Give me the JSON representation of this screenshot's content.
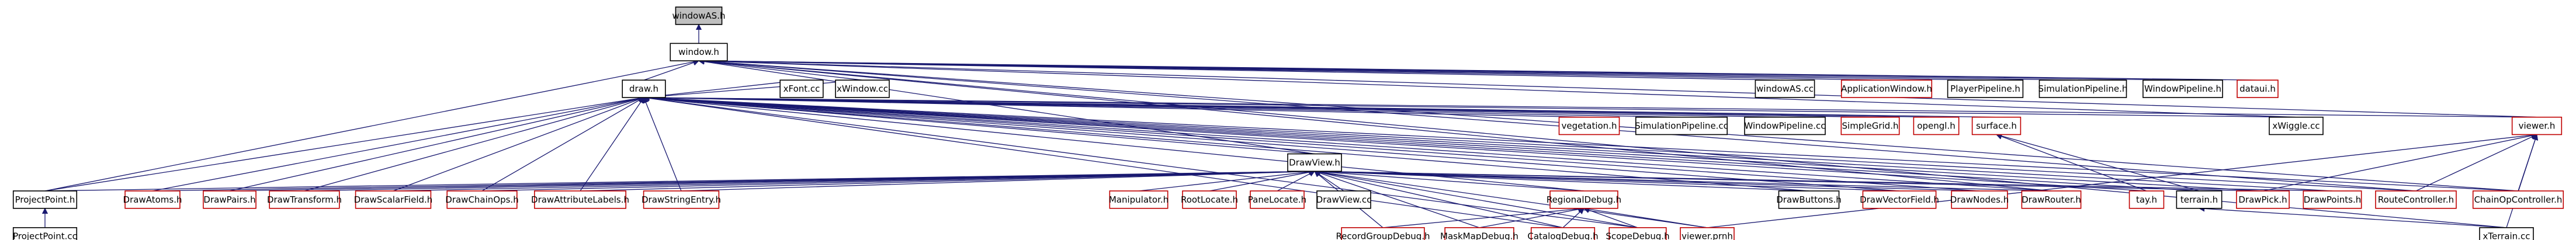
{
  "graph": {
    "type": "include-dependency-graph",
    "edge_color": "#191970",
    "missing_file_border_color": "#c00000",
    "root_fill_color": "#bfbfbf",
    "nodes": [
      {
        "id": "windowAS_h",
        "label": "windowAS.h",
        "root": true
      },
      {
        "id": "window_h",
        "label": "window.h"
      },
      {
        "id": "draw_h",
        "label": "draw.h"
      },
      {
        "id": "windowAS_cc",
        "label": "windowAS.cc"
      },
      {
        "id": "ApplicationWindow_h",
        "label": "ApplicationWindow.h",
        "missing": true
      },
      {
        "id": "PlayerPipeline_h",
        "label": "PlayerPipeline.h"
      },
      {
        "id": "SimulationPipeline_h",
        "label": "SimulationPipeline.h"
      },
      {
        "id": "WindowPipeline_h",
        "label": "WindowPipeline.h"
      },
      {
        "id": "dataui_h",
        "label": "dataui.h",
        "missing": true
      },
      {
        "id": "xFont_cc",
        "label": "xFont.cc"
      },
      {
        "id": "xWindow_cc",
        "label": "xWindow.cc"
      },
      {
        "id": "vegetation_h",
        "label": "vegetation.h",
        "missing": true
      },
      {
        "id": "SimulationPipeline_cc",
        "label": "SimulationPipeline.cc"
      },
      {
        "id": "WindowPipeline_cc",
        "label": "WindowPipeline.cc"
      },
      {
        "id": "SimpleGrid_h",
        "label": "SimpleGrid.h",
        "missing": true
      },
      {
        "id": "opengl_h",
        "label": "opengl.h",
        "missing": true
      },
      {
        "id": "surface_h",
        "label": "surface.h",
        "missing": true
      },
      {
        "id": "xWiggle_cc",
        "label": "xWiggle.cc"
      },
      {
        "id": "viewer_h",
        "label": "viewer.h",
        "missing": true
      },
      {
        "id": "DrawView_h",
        "label": "DrawView.h"
      },
      {
        "id": "ProjectPoint_h",
        "label": "ProjectPoint.h"
      },
      {
        "id": "DrawAtoms_h",
        "label": "DrawAtoms.h",
        "missing": true
      },
      {
        "id": "DrawPairs_h",
        "label": "DrawPairs.h",
        "missing": true
      },
      {
        "id": "DrawTransform_h",
        "label": "DrawTransform.h",
        "missing": true
      },
      {
        "id": "DrawScalarField_h",
        "label": "DrawScalarField.h",
        "missing": true
      },
      {
        "id": "DrawChainOps_h",
        "label": "DrawChainOps.h",
        "missing": true
      },
      {
        "id": "DrawAttributeLabels_h",
        "label": "DrawAttributeLabels.h",
        "missing": true
      },
      {
        "id": "DrawStringEntry_h",
        "label": "DrawStringEntry.h",
        "missing": true
      },
      {
        "id": "Manipulator_h",
        "label": "Manipulator.h",
        "missing": true
      },
      {
        "id": "RootLocate_h",
        "label": "RootLocate.h",
        "missing": true
      },
      {
        "id": "PaneLocate_h",
        "label": "PaneLocate.h",
        "missing": true
      },
      {
        "id": "DrawView_cc",
        "label": "DrawView.cc"
      },
      {
        "id": "RegionalDebug_h",
        "label": "RegionalDebug.h",
        "missing": true
      },
      {
        "id": "DrawButtons_h",
        "label": "DrawButtons.h"
      },
      {
        "id": "DrawVectorField_h",
        "label": "DrawVectorField.h",
        "missing": true
      },
      {
        "id": "DrawNodes_h",
        "label": "DrawNodes.h",
        "missing": true
      },
      {
        "id": "DrawRouter_h",
        "label": "DrawRouter.h",
        "missing": true
      },
      {
        "id": "tay_h",
        "label": "tay.h",
        "missing": true
      },
      {
        "id": "terrain_h",
        "label": "terrain.h"
      },
      {
        "id": "DrawPick_h",
        "label": "DrawPick.h",
        "missing": true
      },
      {
        "id": "DrawPoints_h",
        "label": "DrawPoints.h",
        "missing": true
      },
      {
        "id": "RouteController_h",
        "label": "RouteController.h",
        "missing": true
      },
      {
        "id": "ChainOpController_h",
        "label": "ChainOpController.h",
        "missing": true
      },
      {
        "id": "ProjectPoint_cc",
        "label": "ProjectPoint.cc"
      },
      {
        "id": "RecordGroupDebug_h",
        "label": "RecordGroupDebug.h",
        "missing": true
      },
      {
        "id": "MaskMapDebug_h",
        "label": "MaskMapDebug.h",
        "missing": true
      },
      {
        "id": "CatalogDebug_h",
        "label": "CatalogDebug.h",
        "missing": true
      },
      {
        "id": "ScopeDebug_h",
        "label": "ScopeDebug.h",
        "missing": true
      },
      {
        "id": "viewer_prnh",
        "label": "viewer.prnh",
        "missing": true
      },
      {
        "id": "xTerrain_cc",
        "label": "xTerrain.cc"
      }
    ],
    "edges": [
      [
        "window_h",
        "windowAS_h"
      ],
      [
        "draw_h",
        "window_h"
      ],
      [
        "windowAS_cc",
        "window_h"
      ],
      [
        "ApplicationWindow_h",
        "window_h"
      ],
      [
        "PlayerPipeline_h",
        "window_h"
      ],
      [
        "SimulationPipeline_h",
        "window_h"
      ],
      [
        "WindowPipeline_h",
        "window_h"
      ],
      [
        "dataui_h",
        "window_h"
      ],
      [
        "viewer_h",
        "window_h"
      ],
      [
        "ProjectPoint_h",
        "window_h"
      ],
      [
        "DrawView_h",
        "window_h"
      ],
      [
        "DrawRouter_h",
        "window_h"
      ],
      [
        "xWindow_cc",
        "window_h"
      ],
      [
        "xWiggle_cc",
        "window_h"
      ],
      [
        "xTerrain_cc",
        "window_h"
      ],
      [
        "RouteController_h",
        "window_h"
      ],
      [
        "ChainOpController_h",
        "window_h"
      ],
      [
        "xFont_cc",
        "draw_h"
      ],
      [
        "xWindow_cc",
        "draw_h"
      ],
      [
        "vegetation_h",
        "draw_h"
      ],
      [
        "SimulationPipeline_cc",
        "draw_h"
      ],
      [
        "WindowPipeline_cc",
        "draw_h"
      ],
      [
        "SimpleGrid_h",
        "draw_h"
      ],
      [
        "opengl_h",
        "draw_h"
      ],
      [
        "surface_h",
        "draw_h"
      ],
      [
        "xWiggle_cc",
        "draw_h"
      ],
      [
        "viewer_h",
        "draw_h"
      ],
      [
        "DrawView_h",
        "draw_h"
      ],
      [
        "ProjectPoint_h",
        "draw_h"
      ],
      [
        "DrawAtoms_h",
        "draw_h"
      ],
      [
        "DrawPairs_h",
        "draw_h"
      ],
      [
        "DrawTransform_h",
        "draw_h"
      ],
      [
        "DrawScalarField_h",
        "draw_h"
      ],
      [
        "DrawChainOps_h",
        "draw_h"
      ],
      [
        "DrawAttributeLabels_h",
        "draw_h"
      ],
      [
        "DrawStringEntry_h",
        "draw_h"
      ],
      [
        "RegionalDebug_h",
        "draw_h"
      ],
      [
        "DrawButtons_h",
        "draw_h"
      ],
      [
        "DrawVectorField_h",
        "draw_h"
      ],
      [
        "DrawNodes_h",
        "draw_h"
      ],
      [
        "DrawRouter_h",
        "draw_h"
      ],
      [
        "tay_h",
        "draw_h"
      ],
      [
        "terrain_h",
        "draw_h"
      ],
      [
        "DrawPick_h",
        "draw_h"
      ],
      [
        "DrawPoints_h",
        "draw_h"
      ],
      [
        "RouteController_h",
        "draw_h"
      ],
      [
        "ChainOpController_h",
        "draw_h"
      ],
      [
        "ScopeDebug_h",
        "draw_h"
      ],
      [
        "CatalogDebug_h",
        "draw_h"
      ],
      [
        "ProjectPoint_h",
        "DrawView_h"
      ],
      [
        "DrawAtoms_h",
        "DrawView_h"
      ],
      [
        "DrawPairs_h",
        "DrawView_h"
      ],
      [
        "DrawTransform_h",
        "DrawView_h"
      ],
      [
        "DrawScalarField_h",
        "DrawView_h"
      ],
      [
        "DrawChainOps_h",
        "DrawView_h"
      ],
      [
        "DrawAttributeLabels_h",
        "DrawView_h"
      ],
      [
        "DrawStringEntry_h",
        "DrawView_h"
      ],
      [
        "Manipulator_h",
        "DrawView_h"
      ],
      [
        "RootLocate_h",
        "DrawView_h"
      ],
      [
        "PaneLocate_h",
        "DrawView_h"
      ],
      [
        "DrawView_cc",
        "DrawView_h"
      ],
      [
        "RegionalDebug_h",
        "DrawView_h"
      ],
      [
        "DrawButtons_h",
        "DrawView_h"
      ],
      [
        "DrawVectorField_h",
        "DrawView_h"
      ],
      [
        "DrawNodes_h",
        "DrawView_h"
      ],
      [
        "DrawRouter_h",
        "DrawView_h"
      ],
      [
        "DrawPick_h",
        "DrawView_h"
      ],
      [
        "DrawPoints_h",
        "DrawView_h"
      ],
      [
        "RecordGroupDebug_h",
        "DrawView_h"
      ],
      [
        "MaskMapDebug_h",
        "DrawView_h"
      ],
      [
        "CatalogDebug_h",
        "DrawView_h"
      ],
      [
        "ScopeDebug_h",
        "DrawView_h"
      ],
      [
        "viewer_prnh",
        "DrawView_h"
      ],
      [
        "tay_h",
        "surface_h"
      ],
      [
        "terrain_h",
        "surface_h"
      ],
      [
        "RouteController_h",
        "viewer_h"
      ],
      [
        "ChainOpController_h",
        "viewer_h"
      ],
      [
        "DrawPick_h",
        "viewer_h"
      ],
      [
        "viewer_prnh",
        "viewer_h"
      ],
      [
        "xTerrain_cc",
        "viewer_h"
      ],
      [
        "xTerrain_cc",
        "terrain_h"
      ],
      [
        "ProjectPoint_cc",
        "ProjectPoint_h"
      ],
      [
        "RecordGroupDebug_h",
        "RegionalDebug_h"
      ],
      [
        "MaskMapDebug_h",
        "RegionalDebug_h"
      ],
      [
        "CatalogDebug_h",
        "RegionalDebug_h"
      ],
      [
        "ScopeDebug_h",
        "RegionalDebug_h"
      ],
      [
        "viewer_prnh",
        "RegionalDebug_h"
      ]
    ]
  }
}
